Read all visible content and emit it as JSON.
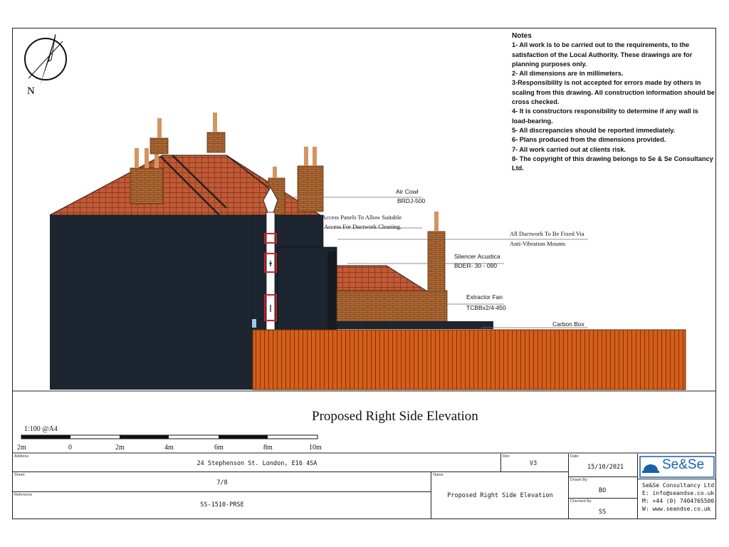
{
  "notes": {
    "title": "Notes",
    "items": [
      "1- All work is to be carried out to the requirements, to the satisfaction of the Local Authority. These drawings are for planning purposes only.",
      "2- All dimensions are in millimeters.",
      "3-Responsibility is not accepted for errors made by others in scaling from this drawing.  All construction information should be cross checked.",
      "4- It is constructors responsibility to determine if any wall is load-bearing.",
      "5- All discrepancies should be reported immediately.",
      "6- Plans produced from the dimensions provided.",
      "7- All work carried out at clients risk.",
      "8- The copyright of this drawing belongs to Se & Se Consultancy Ltd."
    ]
  },
  "compass": {
    "label": "N",
    "icon": "north-arrow-icon"
  },
  "annotations": {
    "air_cowl": {
      "line1": "Air Cowl",
      "line2": "BRDJ-500"
    },
    "access_panels": {
      "line1": "Access Panels To Allow Suitable",
      "line2": "Access For Ductwork Cleaning."
    },
    "ductwork_fixing": {
      "line1": "All Ductwork To Be Fixed Via",
      "line2": "Anti-Vibration Mounts"
    },
    "silencer": {
      "line1": "Silencer Acustica",
      "line2": "BDER- 30 - 090"
    },
    "extractor_fan": {
      "line1": "Extractor Fan",
      "line2": "TCBBx2/4-450"
    },
    "carbon_box": {
      "line1": "Carbon Box"
    }
  },
  "drawing_title": "Proposed Right Side Elevation",
  "scale": {
    "label": "1:100  @A4",
    "marks": [
      "2m",
      "0",
      "2m",
      "4m",
      "6m",
      "8m",
      "10m"
    ]
  },
  "title_block": {
    "address": {
      "key": "Address",
      "value": "24 Stephenson St. London, E16 4SA"
    },
    "rev": {
      "key": "Rev",
      "value": "V3"
    },
    "date": {
      "key": "Date",
      "value": "15/10/2021"
    },
    "sheet": {
      "key": "Sheet",
      "value": "7/8"
    },
    "name": {
      "key": "Name",
      "value": "Proposed Right Side Elevation"
    },
    "drawn_by": {
      "key": "Drawn By",
      "value": "BO"
    },
    "reference": {
      "key": "Reference",
      "value": "SS-1510-PRSE"
    },
    "checked_by": {
      "key": "Checked By",
      "value": "SS"
    }
  },
  "company": {
    "logo_text": "Se&Se",
    "name": "Se&Se Consultancy Ltd.",
    "email": "E: info@seandse.co.uk",
    "phone": "M: +44 (0) 7404765500",
    "web": "W: www.seandse.co.uk"
  },
  "colors": {
    "wall_dark": "#1c2530",
    "tile_roof": "#c15a36",
    "brick": "#b06a35",
    "fence": "#d55e1a",
    "duct": "#ffffff",
    "duct_outline": "#d81f1f"
  }
}
